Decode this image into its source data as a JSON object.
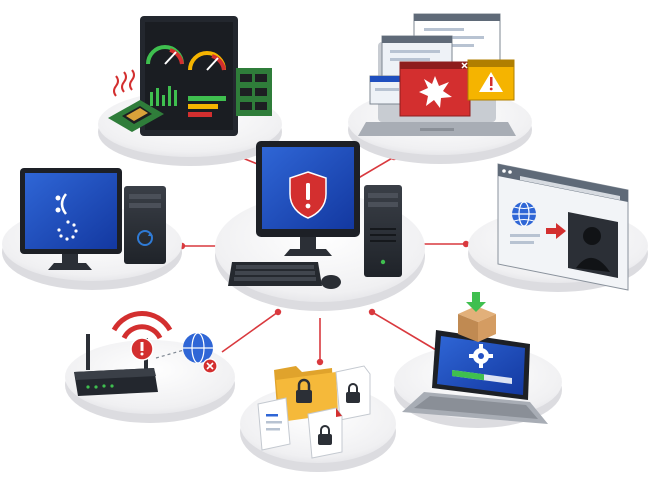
{
  "scene": {
    "topic": "computer-security-threats",
    "connector_color": "#d9393e",
    "platform_color": "#f1f1f3",
    "accent_red": "#d32f2f",
    "accent_blue": "#1f4fbf",
    "warning_yellow": "#f5b400",
    "center": {
      "items": [
        "desktop-monitor-icon",
        "shield-exclamation-icon",
        "tower-pc-icon",
        "keyboard-icon",
        "mouse-icon"
      ]
    },
    "nodes": [
      {
        "id": "overheating",
        "items": [
          "dashboard-monitor-icon",
          "gauge-icon",
          "cpu-chip-icon",
          "heat-waves-icon",
          "ram-module-icon"
        ]
      },
      {
        "id": "popups",
        "items": [
          "laptop-icon",
          "popup-window-icon",
          "warning-triangle-icon",
          "close-icon"
        ]
      },
      {
        "id": "crash",
        "items": [
          "blue-screen-monitor-icon",
          "sad-face-icon",
          "loading-spinner-icon",
          "tower-pc-icon"
        ]
      },
      {
        "id": "phishing",
        "items": [
          "browser-window-icon",
          "globe-icon",
          "arrow-right-icon",
          "hacker-icon"
        ]
      },
      {
        "id": "network",
        "items": [
          "router-icon",
          "wifi-alert-icon",
          "globe-error-icon"
        ]
      },
      {
        "id": "files",
        "items": [
          "folder-lock-icon",
          "locked-document-icon"
        ]
      },
      {
        "id": "update",
        "items": [
          "laptop-icon",
          "download-box-icon",
          "gear-icon",
          "progress-bar-icon"
        ]
      }
    ]
  }
}
